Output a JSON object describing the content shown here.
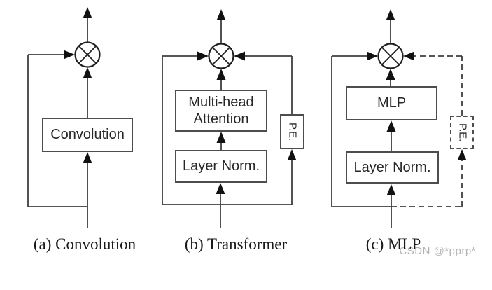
{
  "figure": {
    "title": "Residual block variants figure",
    "operator_symbol": "⊗",
    "panels": [
      {
        "id": "a",
        "caption": "(a) Convolution",
        "blocks": {
          "main": "Convolution"
        }
      },
      {
        "id": "b",
        "caption": "(b) Transformer",
        "blocks": {
          "top": "Multi-head Attention",
          "bottom": "Layer Norm.",
          "side": "P.E."
        }
      },
      {
        "id": "c",
        "caption": "(c) MLP",
        "blocks": {
          "top": "MLP",
          "bottom": "Layer Norm.",
          "side": "P.E."
        }
      }
    ],
    "watermark": "CSDN @*pprp*"
  },
  "colors": {
    "background": "#ffffff",
    "line": "#3f3f3f",
    "arrowhead": "#111111",
    "operator_stroke": "#1e1e1e",
    "box_border": "#4d4d4d",
    "box_text": "#262626",
    "caption_text": "#1a1a1a",
    "watermark_text": "#b4b4b4"
  }
}
